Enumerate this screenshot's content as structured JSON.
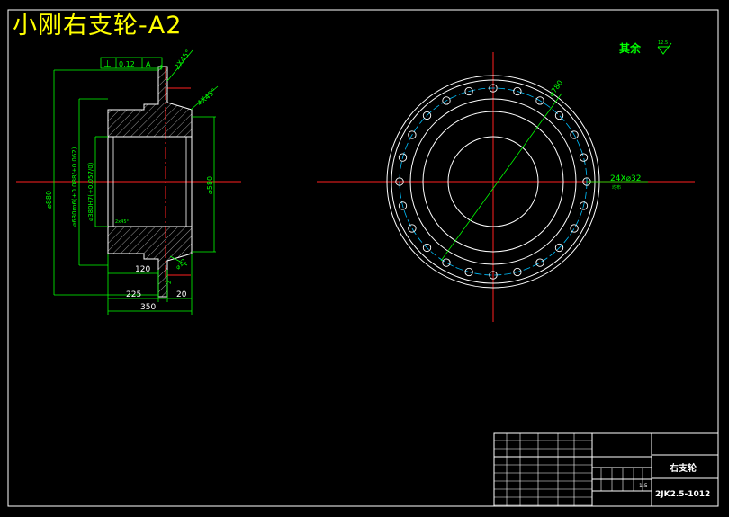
{
  "title": "小刚右支轮-A2",
  "roughness": {
    "label": "其余",
    "value": "12.5"
  },
  "section_view": {
    "gdt": {
      "symbol": "⊥",
      "tolerance": "0.12",
      "datum": "A"
    },
    "dims": {
      "chamfer_top": "2X45°",
      "chamfer_4": "4X45°",
      "chamfer_inner": "2x45°",
      "dia_outer": "⌀880",
      "dia_680": "⌀680m6(+0.088/+0.062)",
      "dia_380": "⌀380H7(+0.057/0)",
      "dia_580": "⌀580",
      "d_120": "120",
      "d_225": "225",
      "d_350": "350",
      "d_20": "20",
      "d_2": "2",
      "dia_12": "⌀12"
    }
  },
  "front_view": {
    "pcd": "⌀780",
    "holes": "24X⌀32",
    "holes_note": "均布"
  },
  "title_block": {
    "part_name": "右支轮",
    "drawing_no": "2JK2.5-1012",
    "scale": "1:5"
  }
}
